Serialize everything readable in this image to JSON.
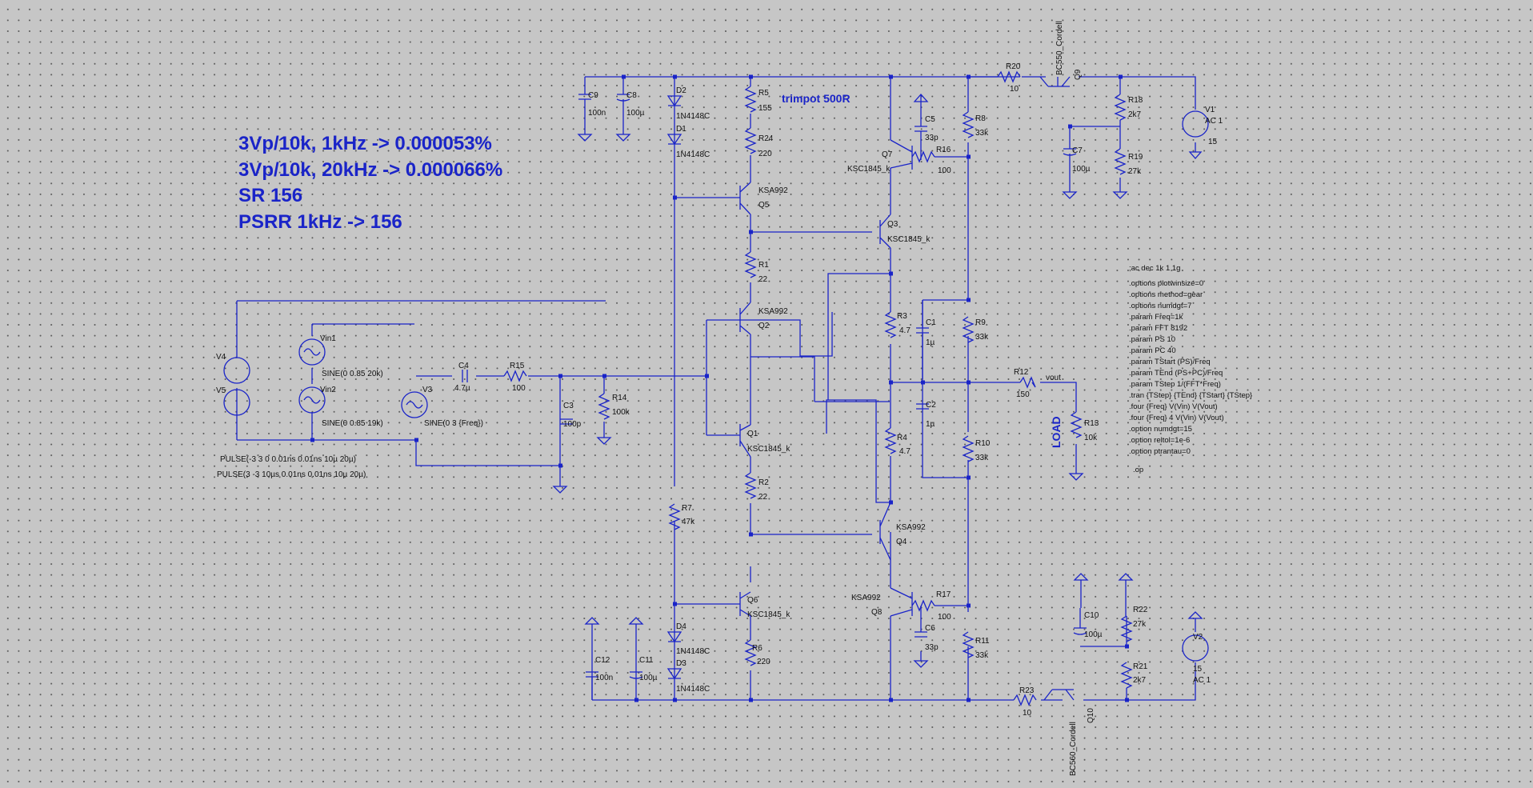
{
  "notes": {
    "line1": "3Vp/10k, 1kHz   -> 0.000053%",
    "line2": "3Vp/10k, 20kHz -> 0.000066%",
    "line3": "SR 156",
    "line4": "PSRR 1kHz -> 156"
  },
  "annotations": {
    "trimpot": "trimpot 500R",
    "load": "LOAD",
    "vout": "vout"
  },
  "spice_directives": [
    ";ac dec 1k 1 1g",
    ".options plotwinsize=0",
    ".options method=gear",
    ".options numdgt=7",
    ".param Freq=1k",
    ".param FFT 8192",
    ".param PS 10",
    ".param PC 40",
    ".param TStart (PS)/Freq",
    ".param TEnd (PS+PC)/Freq",
    ".param TStep 1/(FFT*Freq)",
    ".tran {TStep} {TEnd} {TStart} {TStep}",
    ".four {Freq} V(Vin) V(Vout)",
    ".four {Freq} 4 V(Vin) V(Vout)",
    ".option numdgt=15",
    ".option reltol=1e-6",
    ".option ptrantau=0",
    ".op"
  ],
  "sources": {
    "v4": {
      "name": "V4",
      "value": "PULSE(-3 3 0 0.01ns 0.01ns 10µ 20µ)"
    },
    "v5": {
      "name": "V5",
      "value": "PULSE(3 -3 10µs 0.01ns 0.01ns 10µ 20µ)"
    },
    "vin1": {
      "name": "Vin1",
      "value": "SINE(0 0.85 20k)"
    },
    "vin2": {
      "name": "Vin2",
      "value": "SINE(0 0.85 19k)"
    },
    "v3": {
      "name": "V3",
      "value": "SINE(0 3 {Freq})"
    },
    "v1": {
      "name": "V1",
      "ac": "AC 1",
      "dc": "15"
    },
    "v2": {
      "name": "V2",
      "ac": "AC 1",
      "dc": "15"
    }
  },
  "resistors": {
    "r1": {
      "name": "R1",
      "value": "22"
    },
    "r2": {
      "name": "R2",
      "value": "22"
    },
    "r3": {
      "name": "R3",
      "value": "4.7"
    },
    "r4": {
      "name": "R4",
      "value": "4.7"
    },
    "r5": {
      "name": "R5",
      "value": "155"
    },
    "r6": {
      "name": "R6",
      "value": "220"
    },
    "r7": {
      "name": "R7",
      "value": "47k"
    },
    "r8": {
      "name": "R8",
      "value": "33k"
    },
    "r9": {
      "name": "R9",
      "value": "33k"
    },
    "r10": {
      "name": "R10",
      "value": "33k"
    },
    "r11": {
      "name": "R11",
      "value": "33k"
    },
    "r12": {
      "name": "R12",
      "value": "150"
    },
    "r13": {
      "name": "R13",
      "value": "10k"
    },
    "r14": {
      "name": "R14",
      "value": "100k"
    },
    "r15": {
      "name": "R15",
      "value": "100"
    },
    "r16": {
      "name": "R16",
      "value": "100"
    },
    "r17": {
      "name": "R17",
      "value": "100"
    },
    "r18": {
      "name": "R18",
      "value": "2k7"
    },
    "r19": {
      "name": "R19",
      "value": "27k"
    },
    "r20": {
      "name": "R20",
      "value": "10"
    },
    "r21": {
      "name": "R21",
      "value": "2k7"
    },
    "r22": {
      "name": "R22",
      "value": "27k"
    },
    "r23": {
      "name": "R23",
      "value": "10"
    },
    "r24": {
      "name": "R24",
      "value": "220"
    }
  },
  "capacitors": {
    "c1": {
      "name": "C1",
      "value": "1µ"
    },
    "c2": {
      "name": "C2",
      "value": "1µ"
    },
    "c3": {
      "name": "C3",
      "value": "100p"
    },
    "c4": {
      "name": "C4",
      "value": "4.7µ"
    },
    "c5": {
      "name": "C5",
      "value": "33p"
    },
    "c6": {
      "name": "C6",
      "value": "33p"
    },
    "c7": {
      "name": "C7",
      "value": "100µ"
    },
    "c8": {
      "name": "C8",
      "value": "100µ"
    },
    "c9": {
      "name": "C9",
      "value": "100n"
    },
    "c10": {
      "name": "C10",
      "value": "100µ"
    },
    "c11": {
      "name": "C11",
      "value": "100µ"
    },
    "c12": {
      "name": "C12",
      "value": "100n"
    }
  },
  "diodes": {
    "d1": {
      "name": "D1",
      "value": "1N4148C"
    },
    "d2": {
      "name": "D2",
      "value": "1N4148C"
    },
    "d3": {
      "name": "D3",
      "value": "1N4148C"
    },
    "d4": {
      "name": "D4",
      "value": "1N4148C"
    }
  },
  "transistors": {
    "q1": {
      "name": "Q1",
      "model": "KSC1845_k"
    },
    "q2": {
      "name": "Q2",
      "model": "KSA992"
    },
    "q3": {
      "name": "Q3",
      "model": "KSC1845_k"
    },
    "q4": {
      "name": "Q4",
      "model": "KSA992"
    },
    "q5": {
      "name": "Q5",
      "model": "KSA992"
    },
    "q6": {
      "name": "Q6",
      "model": "KSC1845_k"
    },
    "q7": {
      "name": "Q7",
      "model": "KSC1845_k"
    },
    "q8": {
      "name": "Q8",
      "model": "KSA992"
    },
    "q9": {
      "name": "Q9",
      "model": "BC550_Cordell"
    },
    "q10": {
      "name": "Q10",
      "model": "BC560_Cordell"
    }
  }
}
